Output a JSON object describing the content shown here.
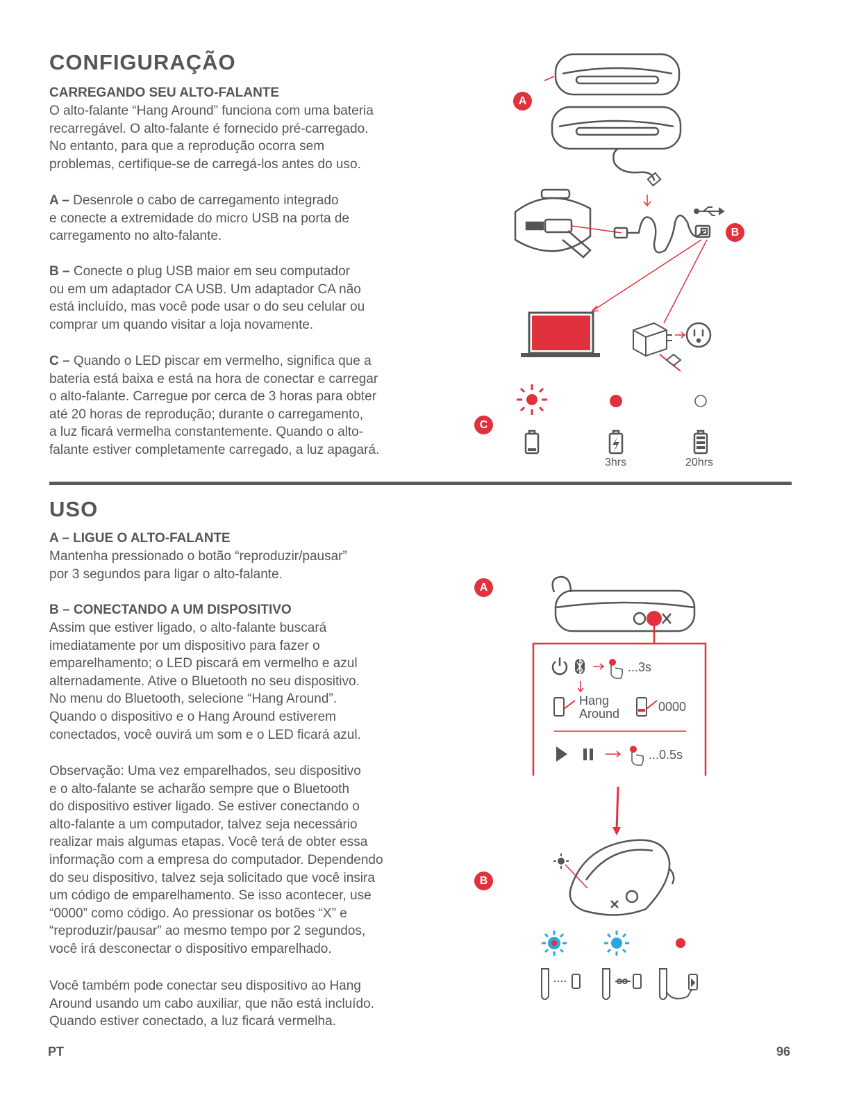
{
  "setup": {
    "title": "CONFIGURAÇÃO",
    "charging_heading": "CARREGANDO SEU ALTO-FALANTE",
    "charging_text": "O alto-falante “Hang Around” funciona com uma bateria\nrecarregável. O alto-falante é fornecido pré-carregado.\nNo entanto, para que a reprodução ocorra sem\nproblemas, certifique-se de carregá-los antes do uso.",
    "step_a_label": "A –",
    "step_a_text": " Desenrole o cabo de carregamento integrado\ne conecte a extremidade do micro USB na porta de\ncarregamento no alto-falante.",
    "step_b_label": "B –",
    "step_b_text": " Conecte o plug USB maior em seu computador\nou em um adaptador CA USB. Um adaptador CA não\nestá incluído, mas você pode usar o do seu celular ou\ncomprar um quando visitar a loja novamente.",
    "step_c_label": "C –",
    "step_c_text": " Quando o LED piscar em vermelho, significa que a\nbateria está baixa e está na hora de conectar e carregar\no alto-falante. Carregue por cerca de 3 horas para obter\naté 20 horas de reprodução; durante o carregamento,\na luz ficará vermelha constantemente. Quando o alto-\nfalante estiver completamente carregado, a luz apagará.",
    "badge_a": "A",
    "badge_b": "B",
    "badge_c": "C",
    "time_3": "3hrs",
    "time_20": "20hrs"
  },
  "use": {
    "title": "USO",
    "a_heading": "A – LIGUE O ALTO-FALANTE",
    "a_text": "Mantenha pressionado o botão “reproduzir/pausar”\npor 3 segundos para ligar o alto-falante.",
    "b_heading": "B – CONECTANDO A UM DISPOSITIVO",
    "b_text": "Assim que estiver ligado, o alto-falante buscará\nimediatamente por um dispositivo para fazer o\nemparelhamento; o LED piscará em vermelho e azul\nalternadamente. Ative o Bluetooth no seu dispositivo.\nNo menu do Bluetooth, selecione “Hang Around”.\nQuando o dispositivo e o Hang Around estiverem\nconectados, você ouvirá um som e o LED ficará azul.",
    "note_text": "Observação: Uma vez emparelhados, seu dispositivo\ne o alto-falante se acharão sempre que o Bluetooth\ndo dispositivo estiver ligado. Se estiver conectando o\nalto-falante a um computador, talvez seja necessário\nrealizar mais algumas etapas. Você terá de obter essa\ninformação com a empresa do computador. Dependendo\ndo seu dispositivo, talvez seja solicitado que você insira\num código de emparelhamento. Se isso acontecer, use\n“0000” como código. Ao pressionar os botões “X” e\n“reproduzir/pausar” ao mesmo tempo por 2 segundos,\nvocê irá desconectar o dispositivo emparelhado.",
    "aux_text": "Você também pode conectar seu dispositivo ao Hang\nAround usando um cabo auxiliar, que não está incluído.\nQuando estiver conectado, a luz ficará vermelha.",
    "badge_a": "A",
    "badge_b": "B",
    "hold_3s": "...3s",
    "hang": "Hang",
    "around": "Around",
    "code": "0000",
    "hold_05s": "...0.5s"
  },
  "footer": {
    "lang": "PT",
    "page": "96"
  },
  "colors": {
    "accent": "#e0313d",
    "blue": "#2ba7e0",
    "text": "#555555"
  }
}
